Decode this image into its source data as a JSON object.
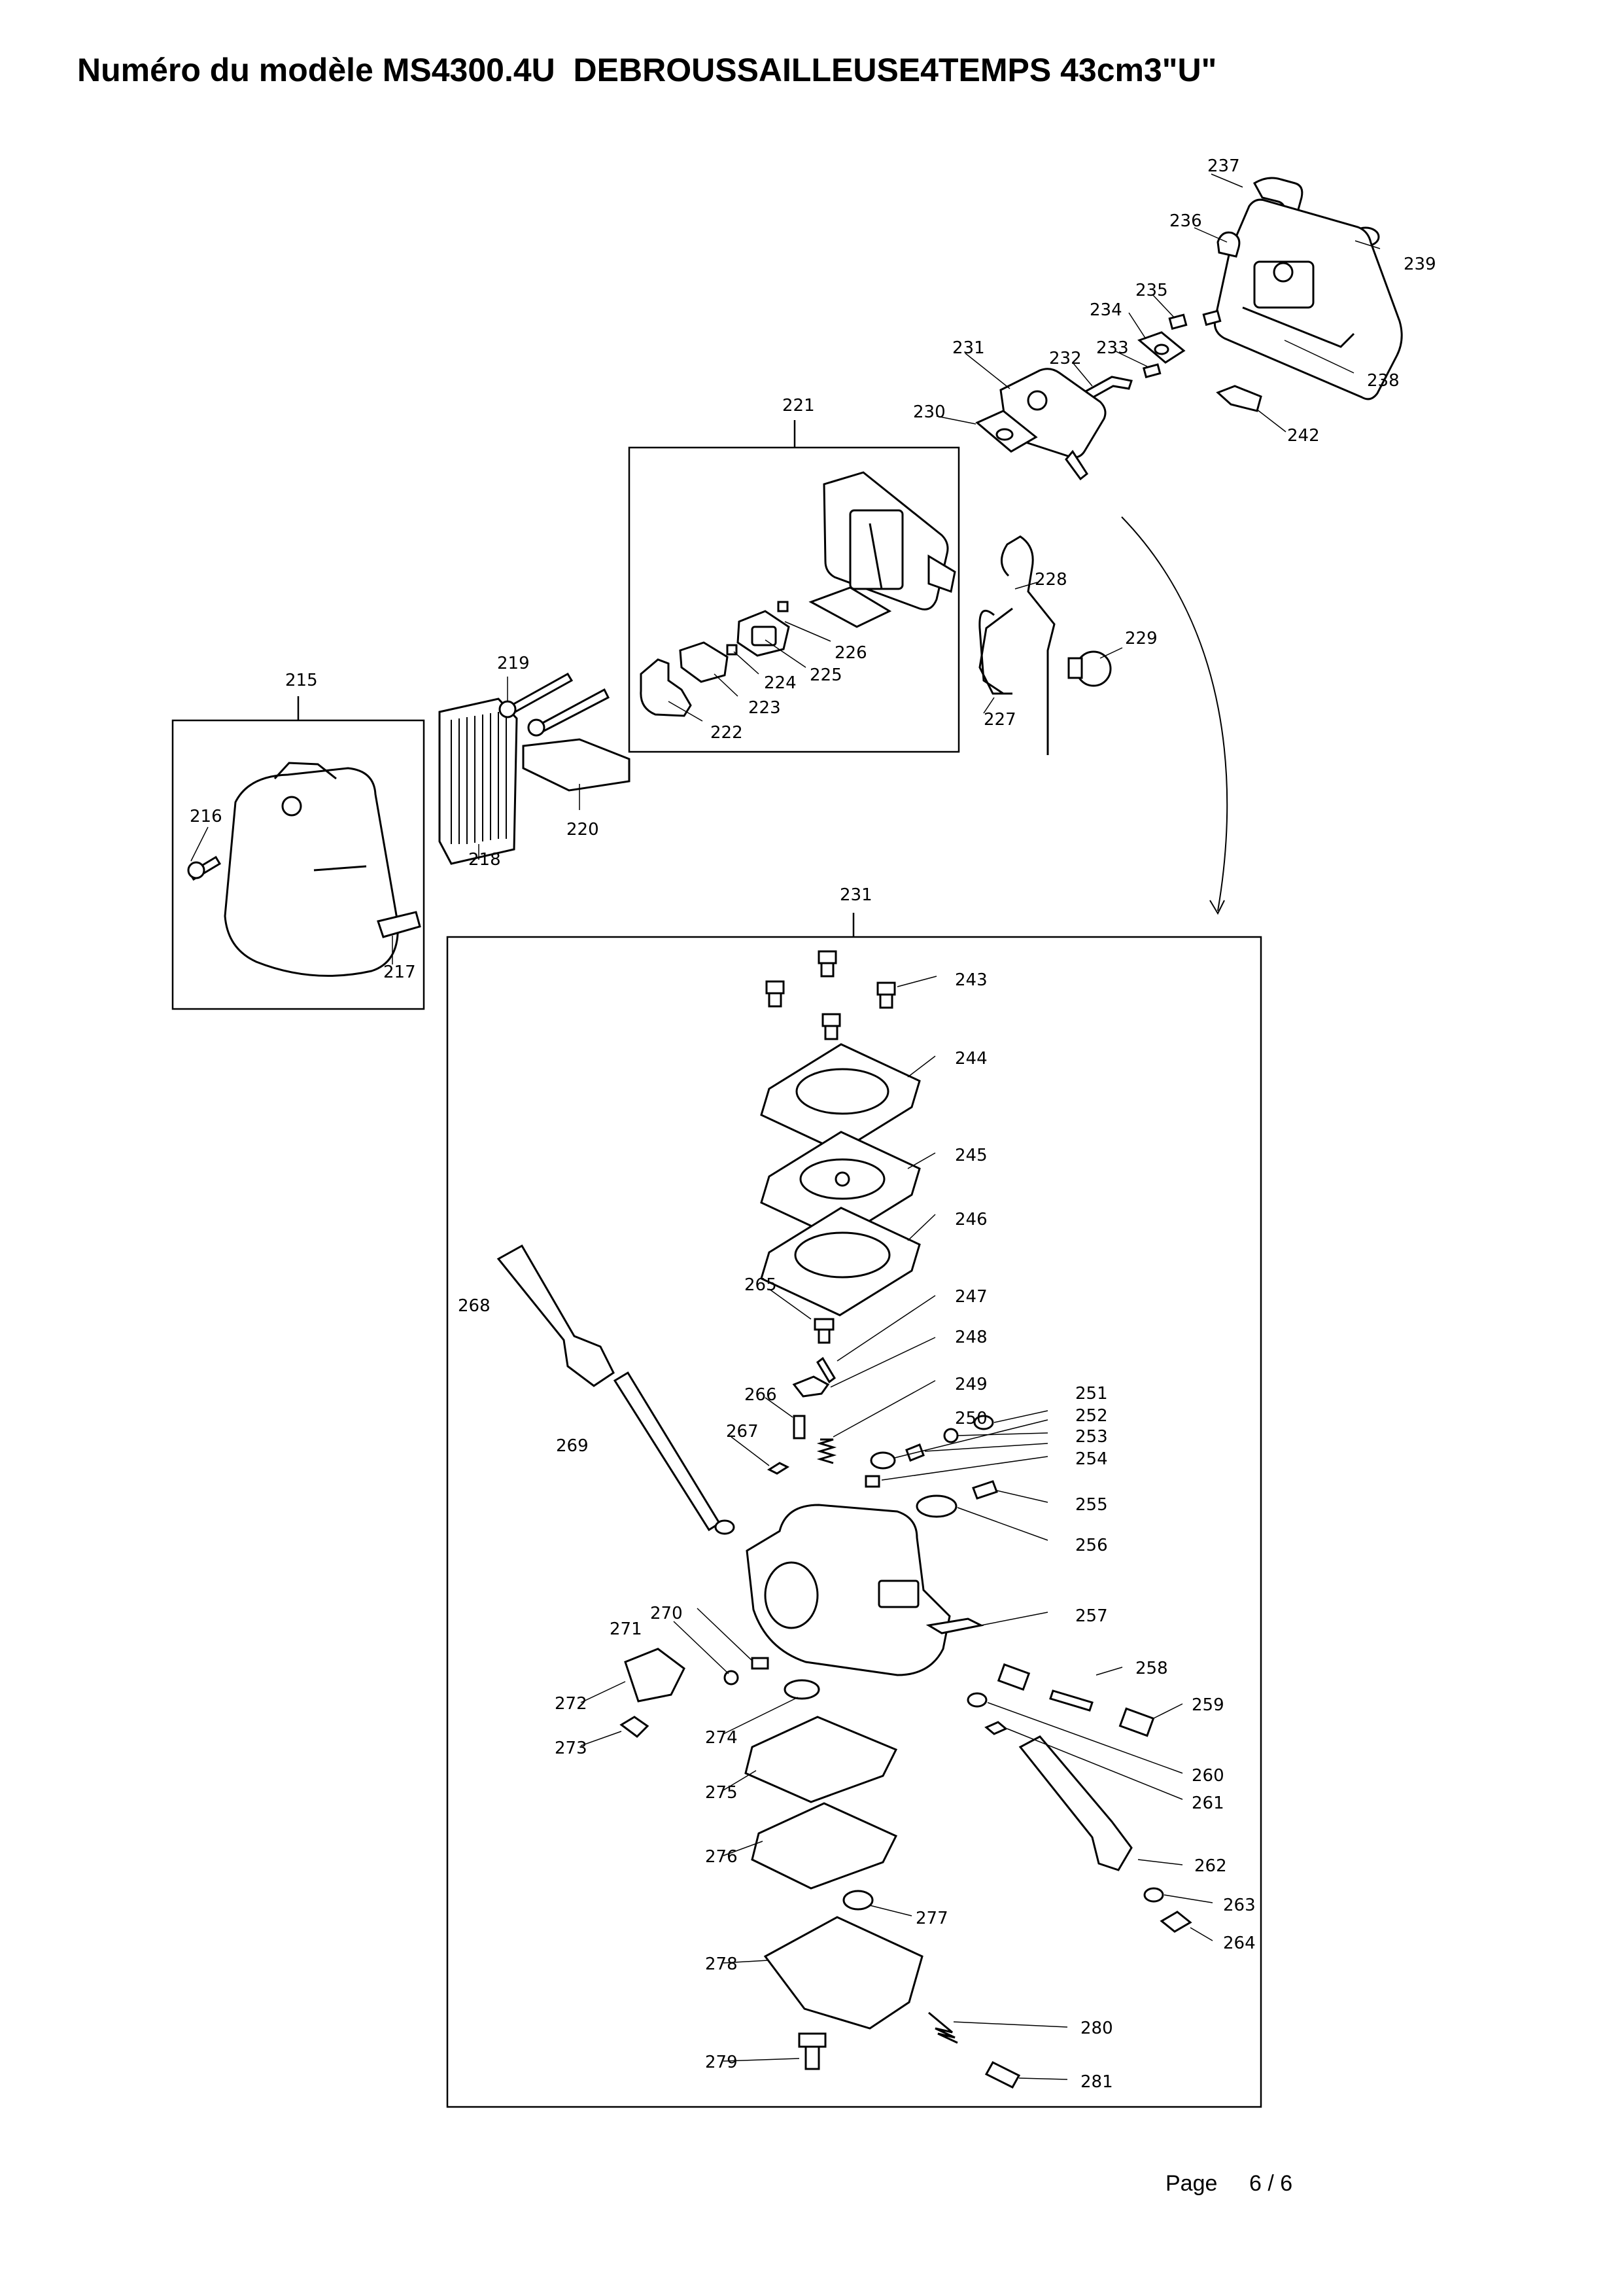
{
  "title": "Numéro du modèle MS4300.4U  DEBROUSSAILLEUSE4TEMPS 43cm3\"U\"",
  "footer": {
    "page_label": "Page",
    "page_number": "6 / 6"
  },
  "diagram": {
    "part_labels": [
      "215",
      "216",
      "217",
      "218",
      "219",
      "220",
      "221",
      "222",
      "223",
      "224",
      "225",
      "226",
      "227",
      "228",
      "229",
      "230",
      "231",
      "232",
      "233",
      "234",
      "235",
      "236",
      "237",
      "238",
      "239",
      "242",
      "231",
      "243",
      "244",
      "245",
      "246",
      "247",
      "248",
      "249",
      "250",
      "251",
      "252",
      "253",
      "254",
      "255",
      "256",
      "257",
      "258",
      "259",
      "260",
      "261",
      "262",
      "263",
      "264",
      "265",
      "266",
      "267",
      "268",
      "269",
      "270",
      "271",
      "272",
      "273",
      "274",
      "275",
      "276",
      "277",
      "278",
      "279",
      "280",
      "281"
    ]
  }
}
